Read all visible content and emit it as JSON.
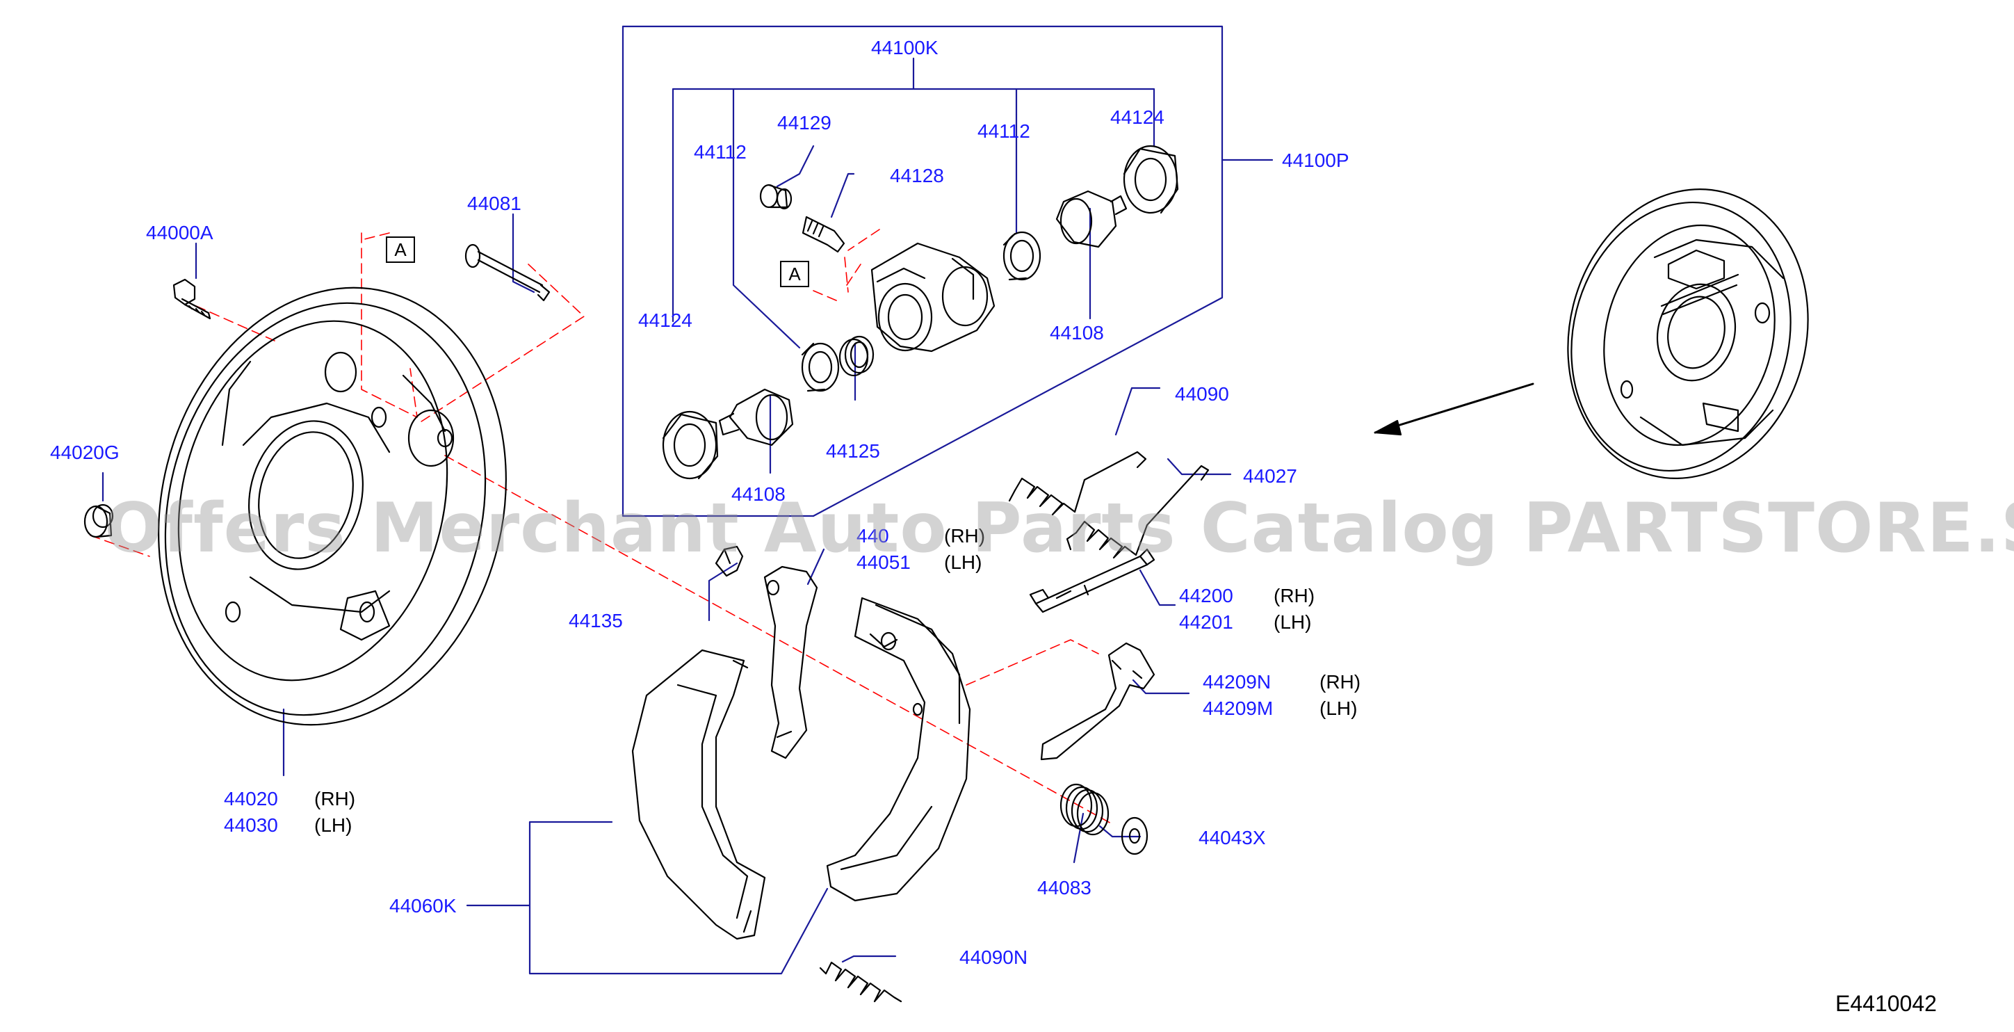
{
  "diagram_code": "E4410042",
  "watermark": "Offers Merchant Auto Parts Catalog PARTSTORE.SA",
  "colors": {
    "label": "#1a1aff",
    "line": "#000000",
    "leader": "#1a1a9a",
    "axis": "#ff0000",
    "side": "#000000"
  },
  "reference_marks": [
    "A",
    "A"
  ],
  "parts": [
    {
      "number": "44100K"
    },
    {
      "number": "44100P"
    },
    {
      "number": "44129"
    },
    {
      "number": "44112"
    },
    {
      "number": "44112"
    },
    {
      "number": "44124"
    },
    {
      "number": "44128"
    },
    {
      "number": "44124"
    },
    {
      "number": "44108"
    },
    {
      "number": "44125"
    },
    {
      "number": "44108"
    },
    {
      "number": "44081"
    },
    {
      "number": "44000A"
    },
    {
      "number": "44020G"
    },
    {
      "number": "44090"
    },
    {
      "number": "44027"
    },
    {
      "number": "440",
      "side": "(RH)"
    },
    {
      "number": "44051",
      "side": "(LH)"
    },
    {
      "number": "44135"
    },
    {
      "number": "44200",
      "side": "(RH)"
    },
    {
      "number": "44201",
      "side": "(LH)"
    },
    {
      "number": "44209N",
      "side": "(RH)"
    },
    {
      "number": "44209M",
      "side": "(LH)"
    },
    {
      "number": "44020",
      "side": "(RH)"
    },
    {
      "number": "44030",
      "side": "(LH)"
    },
    {
      "number": "44043X"
    },
    {
      "number": "44083"
    },
    {
      "number": "44060K"
    },
    {
      "number": "44090N"
    }
  ]
}
